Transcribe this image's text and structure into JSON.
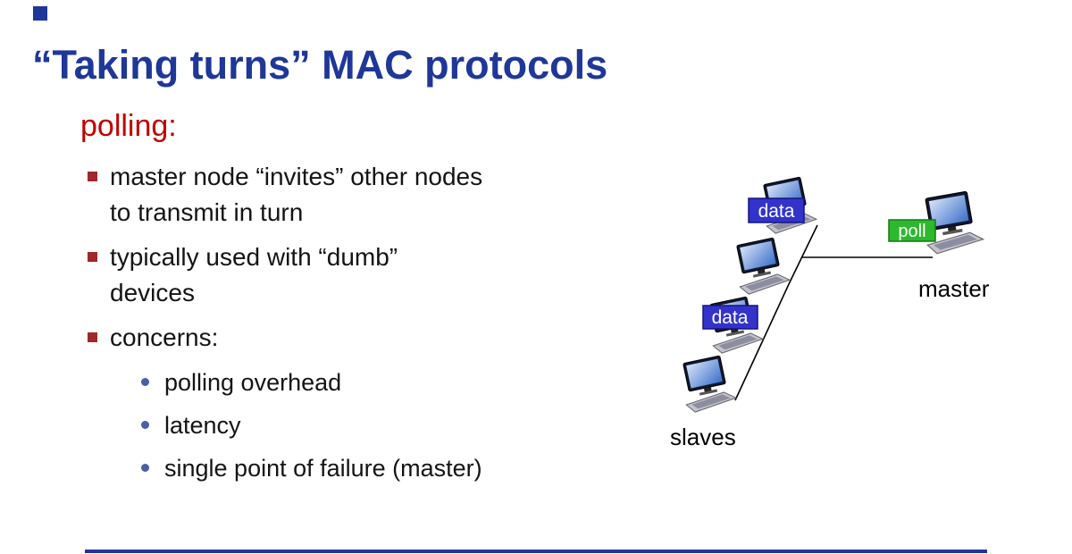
{
  "slide": {
    "title": "“Taking turns” MAC protocols",
    "heading": "polling:",
    "bullets": [
      {
        "level": 1,
        "lines": [
          "master node “invites” other nodes",
          "to transmit in turn"
        ]
      },
      {
        "level": 1,
        "lines": [
          "typically used with “dumb”",
          "devices"
        ]
      },
      {
        "level": 1,
        "lines": [
          "concerns:"
        ]
      },
      {
        "level": 2,
        "lines": [
          "polling overhead"
        ]
      },
      {
        "level": 2,
        "lines": [
          "latency"
        ]
      },
      {
        "level": 2,
        "lines": [
          "single point of failure (master)"
        ]
      }
    ]
  },
  "diagram": {
    "labels": {
      "data_top": "data",
      "data_bottom": "data",
      "poll": "poll",
      "master": "master",
      "slaves": "slaves"
    },
    "colors": {
      "data_label_bg": "#3333cc",
      "data_label_border": "#141480",
      "poll_label_bg": "#2db92d",
      "poll_label_border": "#127a12",
      "link_line": "#000000"
    }
  },
  "colors": {
    "title_blue": "#1e3799",
    "heading_red": "#c00000",
    "bullet_square_red": "#a02828",
    "sub_bullet_dot_blue": "#4a5fa5",
    "footer_bar_blue": "#2433a0",
    "body_text": "#141414"
  }
}
